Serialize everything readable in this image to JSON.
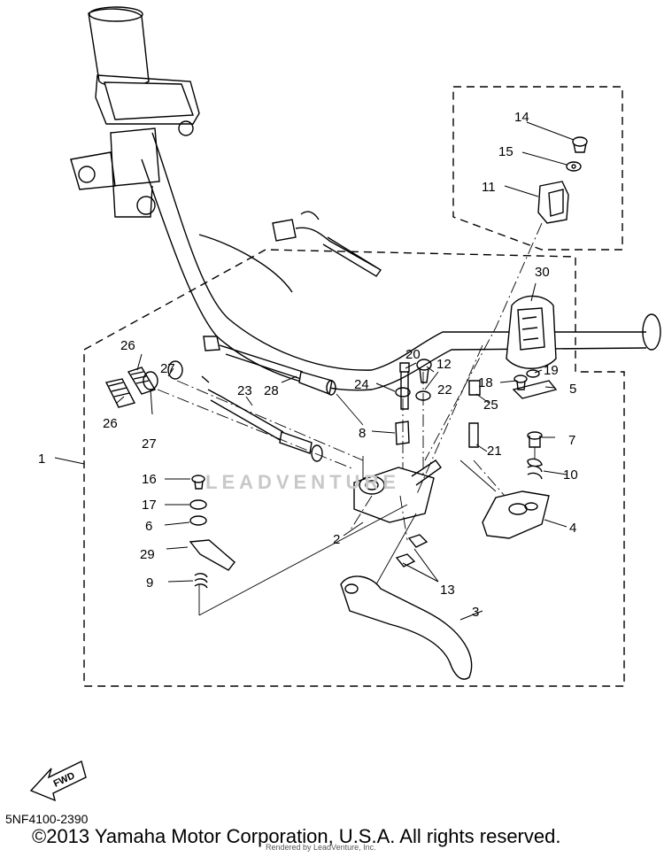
{
  "doc_number": "5NF4100-2390",
  "copyright": "©2013 Yamaha Motor Corporation, U.S.A. All rights reserved.",
  "rendered_by": "Rendered by LeadVenture, Inc.",
  "watermark": "LEADVENTURE",
  "fwd_label": "FWD",
  "callouts": {
    "c1": "1",
    "c2": "2",
    "c3": "3",
    "c4": "4",
    "c5": "5",
    "c6": "6",
    "c7": "7",
    "c8": "8",
    "c9": "9",
    "c10": "10",
    "c11": "11",
    "c12": "12",
    "c13": "13",
    "c14": "14",
    "c15": "15",
    "c16": "16",
    "c17": "17",
    "c18": "18",
    "c19": "19",
    "c20": "20",
    "c21": "21",
    "c22": "22",
    "c23": "23",
    "c24": "24",
    "c25": "25",
    "c26a": "26",
    "c26b": "26",
    "c27a": "27",
    "c27b": "27",
    "c28": "28",
    "c29": "29",
    "c30": "30"
  }
}
